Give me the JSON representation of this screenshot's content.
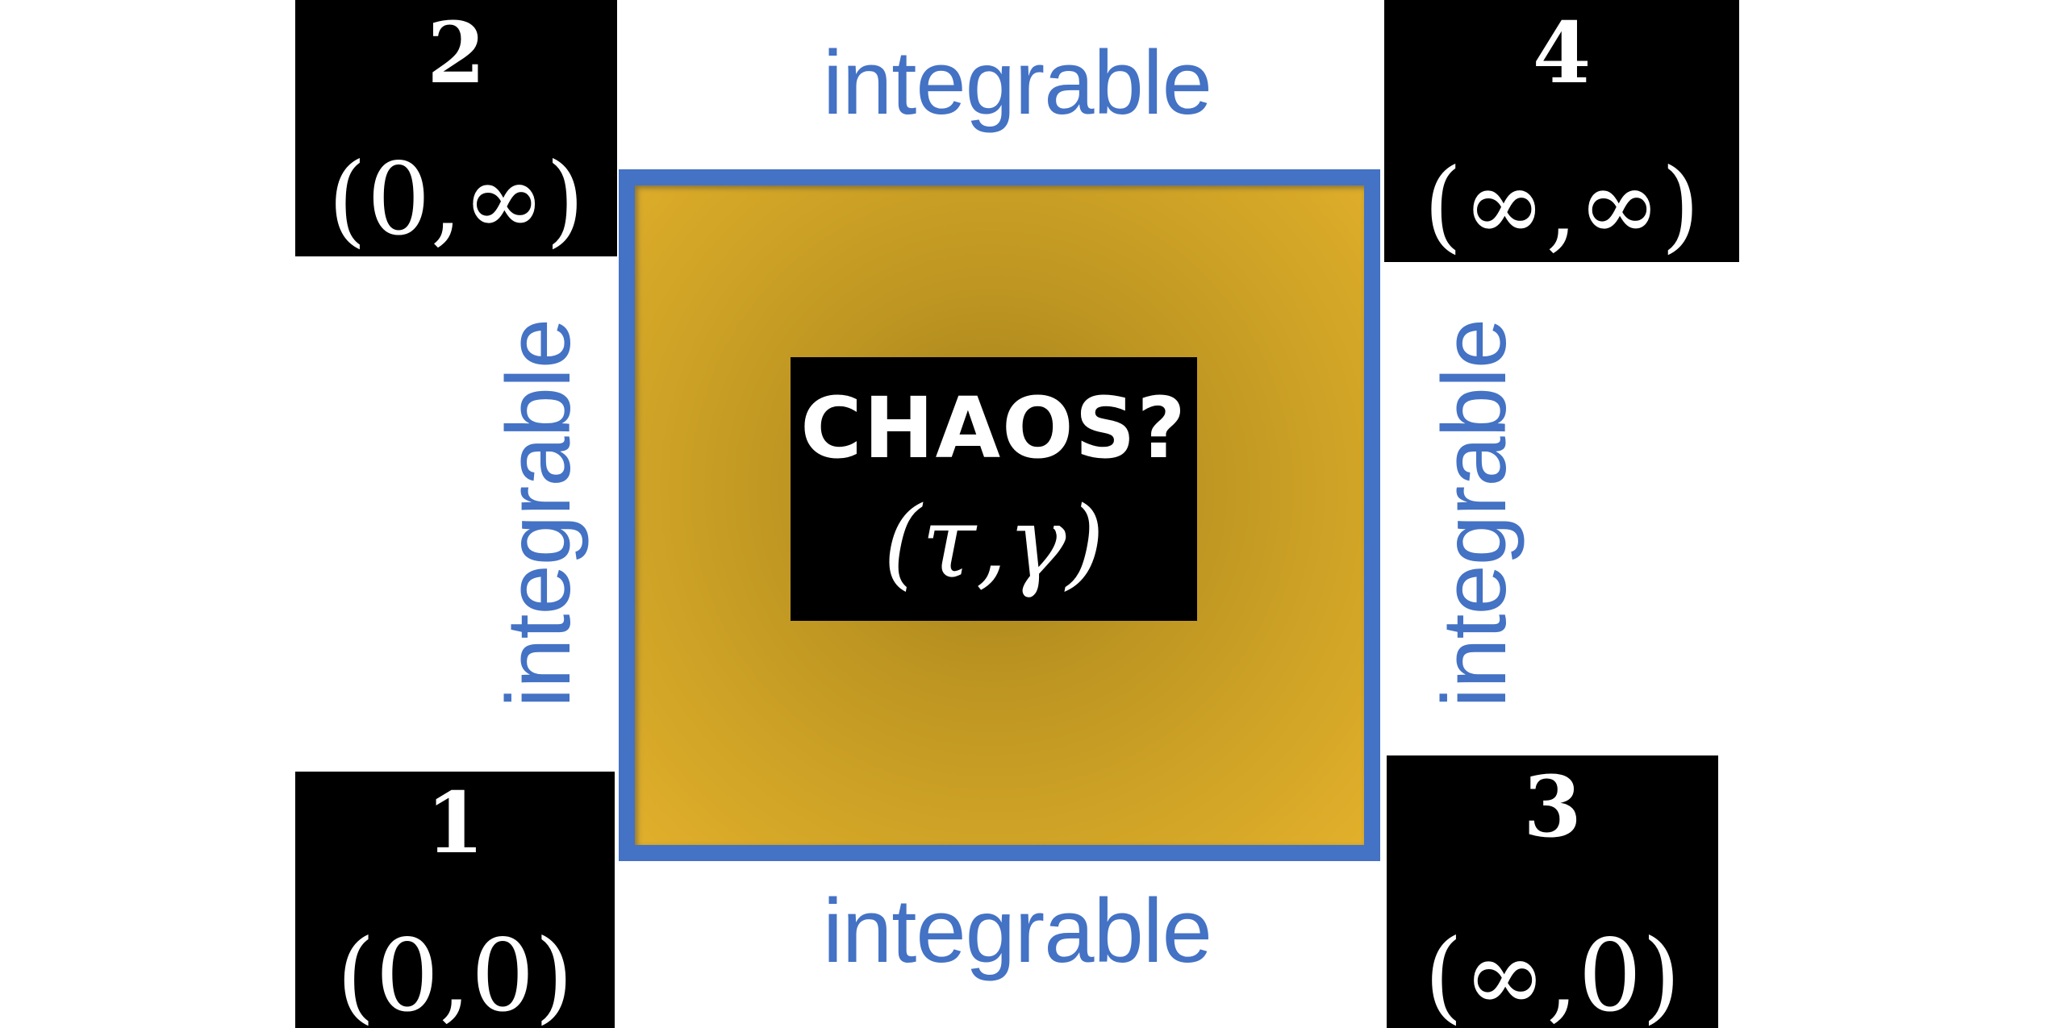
{
  "diagram": {
    "center": {
      "question": "CHAOS?",
      "parameters": "(τ,γ)"
    },
    "sides": {
      "top": "integrable",
      "bottom": "integrable",
      "left": "integrable",
      "right": "integrable"
    },
    "corners": {
      "top_left": {
        "number": "2",
        "coordinates": "(0,∞)"
      },
      "top_right": {
        "number": "4",
        "coordinates": "(∞,∞)"
      },
      "bottom_left": {
        "number": "1",
        "coordinates": "(0,0)"
      },
      "bottom_right": {
        "number": "3",
        "coordinates": "(∞,0)"
      }
    },
    "colors": {
      "accent_blue": "#4472C4",
      "box_bg": "#000000",
      "text_white": "#ffffff",
      "page_bg": "#ffffff",
      "gold_outer": "#e2b02b",
      "gold_mid": "#cfa326",
      "gold_deep": "#bd9521",
      "gold_inner": "#9e7d1b"
    }
  }
}
